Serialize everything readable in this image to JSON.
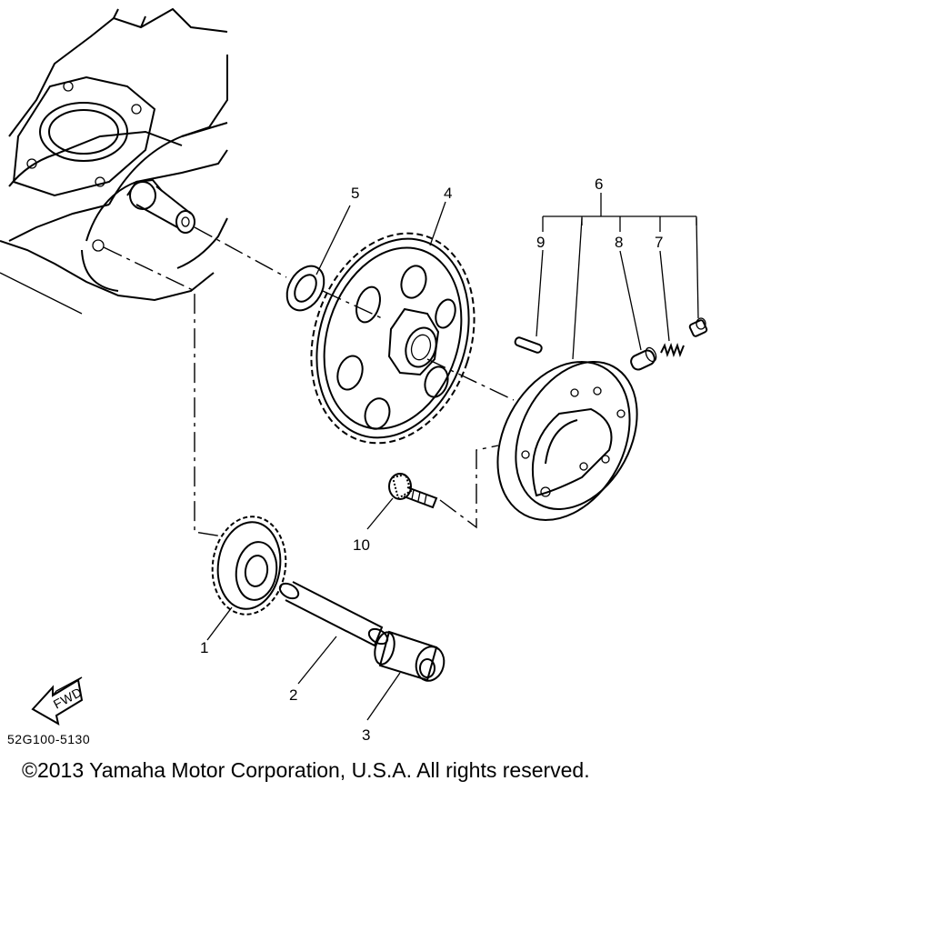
{
  "diagram": {
    "callouts": [
      {
        "id": "callout-1",
        "text": "1"
      },
      {
        "id": "callout-2",
        "text": "2"
      },
      {
        "id": "callout-3",
        "text": "3"
      },
      {
        "id": "callout-4",
        "text": "4"
      },
      {
        "id": "callout-5",
        "text": "5"
      },
      {
        "id": "callout-6",
        "text": "6"
      },
      {
        "id": "callout-7",
        "text": "7"
      },
      {
        "id": "callout-8",
        "text": "8"
      },
      {
        "id": "callout-9",
        "text": "9"
      },
      {
        "id": "callout-10",
        "text": "10"
      }
    ],
    "fwd_label": "FWD",
    "diagram_code": "52G100-5130"
  },
  "footer": {
    "copyright": "©2013 Yamaha Motor Corporation, U.S.A. All rights reserved."
  }
}
